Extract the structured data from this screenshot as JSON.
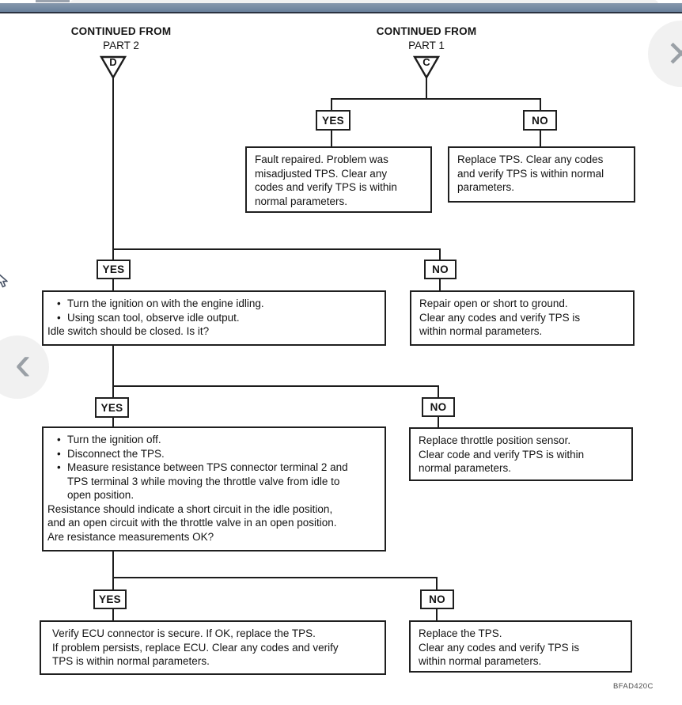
{
  "chrome": {
    "close_glyph": "✕",
    "prev_glyph": "‹"
  },
  "flowchart": {
    "yes_label": "YES",
    "no_label": "NO",
    "bullet_glyph": "•",
    "part2": {
      "continued": "CONTINUED FROM",
      "part": "PART 2",
      "letter": "D"
    },
    "part1": {
      "continued": "CONTINUED FROM",
      "part": "PART 1",
      "letter": "C"
    },
    "boxes": {
      "fault_repaired": {
        "lines": [
          "Fault repaired. Problem was",
          "misadjusted TPS. Clear any",
          "codes and verify TPS is within",
          "normal parameters."
        ]
      },
      "replace_tps_top": {
        "lines": [
          "Replace TPS. Clear any codes",
          "and verify TPS is within normal",
          "parameters."
        ]
      },
      "idle_check": {
        "bullets": [
          [
            "Turn the ignition on with the engine idling."
          ],
          [
            "Using scan tool, observe idle output."
          ]
        ],
        "tail": [
          "Idle switch should be closed. Is it?"
        ]
      },
      "repair_open_short": {
        "lines": [
          "Repair open or short to ground.",
          "Clear any codes and verify TPS is",
          "within normal parameters."
        ]
      },
      "resistance_check": {
        "bullets": [
          [
            "Turn the ignition off."
          ],
          [
            "Disconnect the TPS."
          ],
          [
            "Measure resistance between TPS connector terminal 2 and",
            "TPS terminal 3 while moving the throttle valve from idle to",
            "open position."
          ]
        ],
        "tail": [
          "Resistance should indicate a short circuit in the idle position,",
          "and an open circuit with the throttle valve in an open position.",
          "Are resistance measurements OK?"
        ]
      },
      "replace_sensor": {
        "lines": [
          "Replace throttle position sensor.",
          "Clear code and verify TPS is within",
          "normal parameters."
        ]
      },
      "verify_ecu": {
        "lines": [
          "Verify ECU connector is secure. If OK, replace the TPS.",
          "If problem persists, replace ECU. Clear any codes and verify",
          "TPS is within normal parameters."
        ]
      },
      "replace_tps_bottom": {
        "lines": [
          "Replace the TPS.",
          "Clear any codes and verify TPS is",
          "within normal parameters."
        ]
      }
    },
    "figure_code": "BFAD420C"
  }
}
